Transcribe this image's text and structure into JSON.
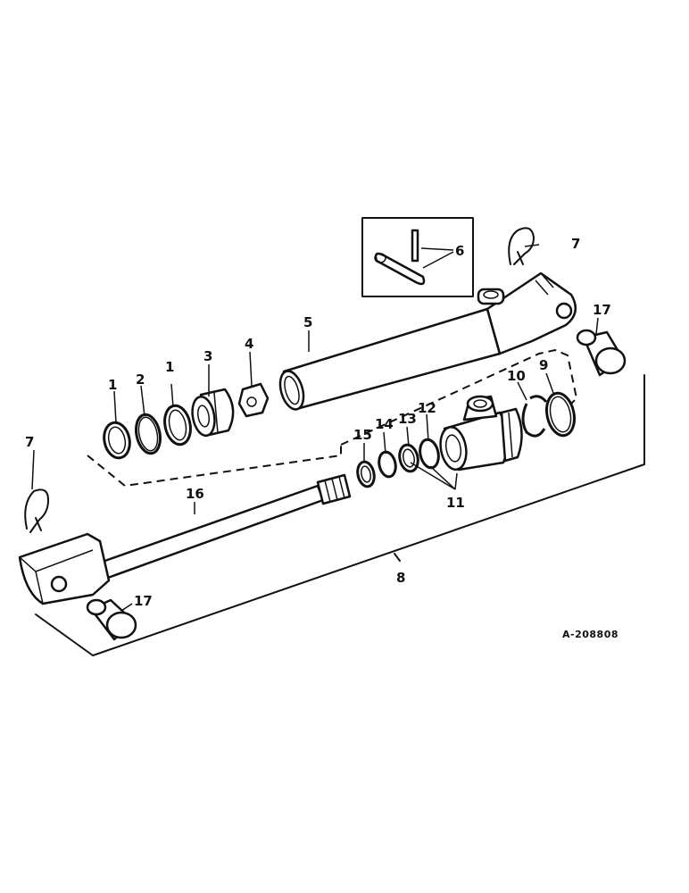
{
  "callouts": {
    "p1a": "1",
    "p1b": "1",
    "p2": "2",
    "p3": "3",
    "p4": "4",
    "p5": "5",
    "p6": "6",
    "p7a": "7",
    "p7b": "7",
    "p8": "8",
    "p9": "9",
    "p10": "10",
    "p11": "11",
    "p12": "12",
    "p13": "13",
    "p14": "14",
    "p15": "15",
    "p16": "16",
    "p17a": "17",
    "p17b": "17"
  },
  "drawing_code": "A-208808"
}
